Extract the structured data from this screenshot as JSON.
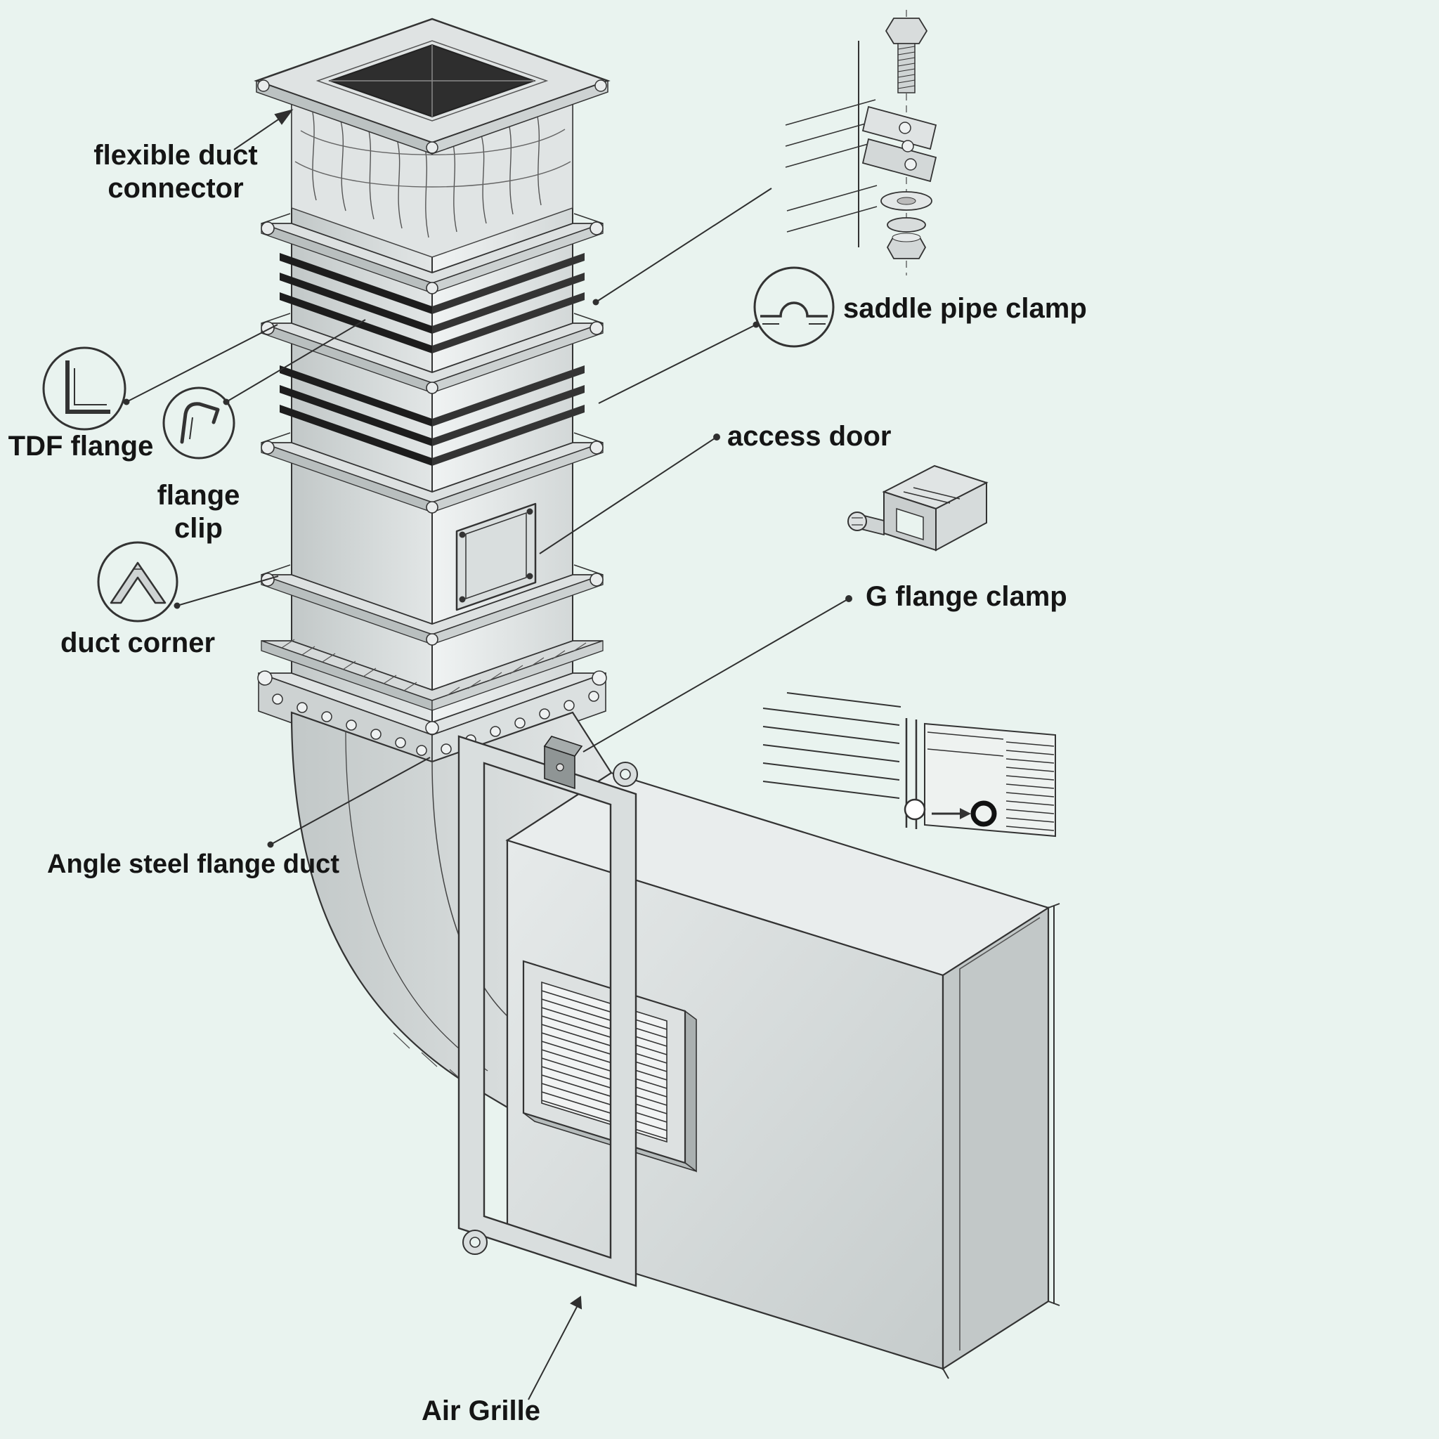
{
  "page": {
    "background": "#e9f3ef"
  },
  "labels": {
    "flexible_duct_connector": "flexible duct connector",
    "tdf_flange": "TDF flange",
    "flange_clip": "flange clip",
    "duct_corner": "duct corner",
    "angle_steel_flange_duct": "Angle steel flange duct",
    "air_grille": "Air Grille",
    "saddle_pipe_clamp": "saddle pipe clamp",
    "access_door": "access door",
    "g_flange_clamp": "G flange clamp"
  },
  "icons": [
    {
      "name": "tdf-flange-icon",
      "shape": "L-profile inside circle"
    },
    {
      "name": "flange-clip-icon",
      "shape": "bent spring clip inside circle"
    },
    {
      "name": "duct-corner-icon",
      "shape": "angled corner piece inside circle"
    },
    {
      "name": "saddle-pipe-clamp-icon",
      "shape": "omega saddle profile inside circle"
    },
    {
      "name": "bolt-assembly-detail",
      "shape": "bolt, washers and nut through flange plates"
    },
    {
      "name": "g-flange-clamp-detail",
      "shape": "G clamp bracket with bolt"
    },
    {
      "name": "duct-joint-detail",
      "shape": "duct seam cross-section with magnifier marks"
    }
  ],
  "colors": {
    "background": "#e9f3ef",
    "line": "#2b2b2b",
    "metal_light": "#eef1f1",
    "metal_mid": "#d2d7d7",
    "metal_dark": "#b9bfbf",
    "band_dark": "#1d1d1d"
  }
}
